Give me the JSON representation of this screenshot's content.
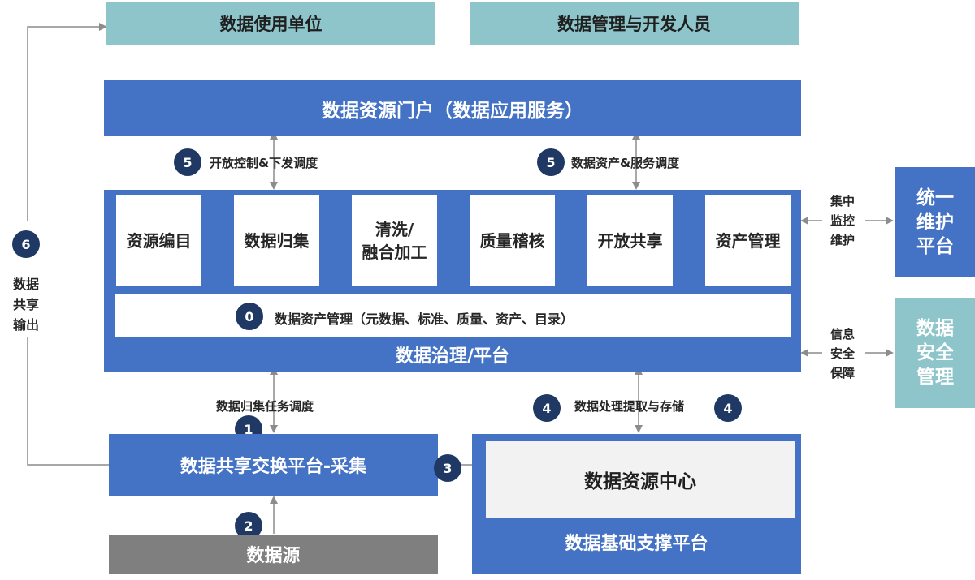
{
  "top": {
    "users": "数据使用单位",
    "devs": "数据管理与开发人员"
  },
  "portal": "数据资源门户（数据应用服务）",
  "links": {
    "open_control": {
      "badge": "5",
      "text": "开放控制&下发调度"
    },
    "asset_service": {
      "badge": "5",
      "text": "数据资产&服务调度"
    },
    "collect_task": {
      "badge": "1",
      "text": "数据归集任务调度"
    },
    "process_store": {
      "badge_left": "4",
      "badge_right": "4",
      "text": "数据处理提取与存储"
    },
    "exchange_to_center": {
      "badge": "3"
    },
    "source_to_exchange": {
      "badge": "2"
    }
  },
  "governance": {
    "title": "数据治理/平台",
    "steps": [
      {
        "label": "资源编目"
      },
      {
        "label": "数据归集"
      },
      {
        "label": "清洗/\n融合加工"
      },
      {
        "label": "质量稽核"
      },
      {
        "label": "开放共享"
      },
      {
        "label": "资产管理"
      }
    ],
    "asset_badge": "0",
    "asset_text": "数据资产管理（元数据、标准、质量、资产、目录）"
  },
  "left_loop": {
    "badge": "6",
    "text": "数据\n共享\n输出"
  },
  "exchange": "数据共享交换平台-采集",
  "source": "数据源",
  "support": {
    "center": "数据资源中心",
    "title": "数据基础支撑平台"
  },
  "right": {
    "ops_label": "集中\n监控\n维护",
    "ops_box": "统一\n维护\n平台",
    "sec_label": "信息\n安全\n保障",
    "sec_box": "数据\n安全\n管理"
  },
  "colors": {
    "teal": "#8ec5ca",
    "blue": "#4472c4",
    "badge": "#1f3864",
    "gray": "#7f7f7f",
    "connector": "#8c8c8c"
  }
}
